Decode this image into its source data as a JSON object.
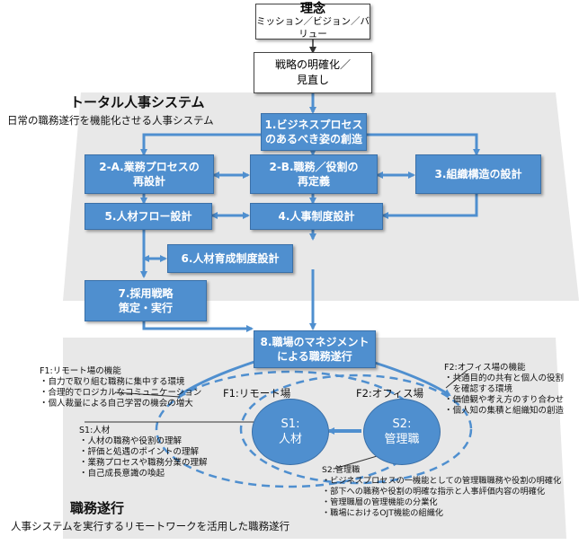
{
  "top_boxes": {
    "philosophy": {
      "title": "理念",
      "sub": "ミッション／ビジョン／バリュー"
    },
    "strategy": {
      "lines": [
        "戦略の明確化／",
        "見直し"
      ]
    }
  },
  "hr_system": {
    "title": "トータル人事システム",
    "subtitle": "日常の職務遂行を機能化させる人事システム",
    "boxes": {
      "b1": [
        "1.ビジネスプロセス",
        "のあるべき姿の創造"
      ],
      "b2a": [
        "2-A.業務プロセスの",
        "再設計"
      ],
      "b2b": [
        "2-B.職務／役割の",
        "再定義"
      ],
      "b3": [
        "3.組織構造の設計"
      ],
      "b4": [
        "4.人事制度設計"
      ],
      "b5": [
        "5.人材フロー設計"
      ],
      "b6": [
        "6.人材育成制度設計"
      ],
      "b7": [
        "7.採用戦略",
        "策定・実行"
      ]
    }
  },
  "job_execution": {
    "title": "職務遂行",
    "subtitle": "人事システムを実行するリモートワークを活用した職務遂行",
    "b8": [
      "8.職場のマネジメント",
      "による職務遂行"
    ],
    "f1_label": "F1:リモート場",
    "f2_label": "F2:オフィス場",
    "s1": [
      "S1:",
      "人材"
    ],
    "s2": [
      "S2:",
      "管理職"
    ],
    "f1_note": [
      "F1:リモート場の機能",
      "・自力で取り組む職務に集中する環境",
      "・合理的でロジカルなコミュニケーション",
      "・個人裁量による自己学習の機会の増大"
    ],
    "f2_note": [
      "F2:オフィス場の機能",
      "・共通目的の共有と個人の役割",
      "　を確認する環境",
      "・価値観や考え方のすり合わせ",
      "・個人知の集積と組織知の創造"
    ],
    "s1_note": [
      "S1:人材",
      "・人材の職務や役割の理解",
      "・評価と処遇のポイントの理解",
      "・業務プロセスや職務分業の理解",
      "・自己成長意識の喚起"
    ],
    "s2_note": [
      "S2:管理職",
      "・ビジネスプロセスの一機能としての管理職職務や役割の明確化",
      "・部下への職務や役割の明確な指示と人事評価内容の明確化",
      "・管理職層の管理機能の分業化",
      "・職場におけるOJT機能の組織化"
    ]
  },
  "colors": {
    "box": "#4f8fcf",
    "band": "#e9e9e9",
    "dash": "#4f8fcf"
  }
}
